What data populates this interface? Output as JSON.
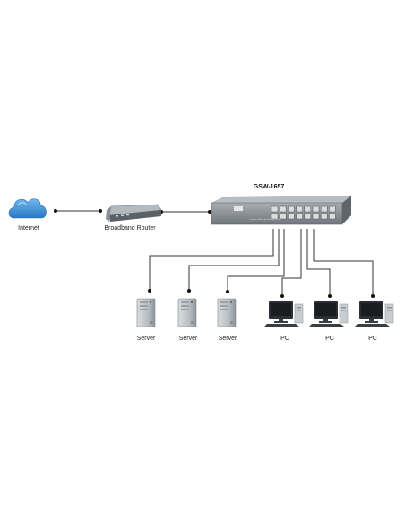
{
  "switch": {
    "title": "GSW-1657",
    "front_text": "LevelOne  16-Port Fast Ethernet Switch"
  },
  "nodes": {
    "internet": "Internet",
    "router": "Broadband Router",
    "servers": [
      "Server",
      "Server",
      "Server"
    ],
    "pcs": [
      "PC",
      "PC",
      "PC"
    ]
  },
  "icons": {
    "internet": "cloud-icon",
    "router": "router-icon",
    "switch": "network-switch-icon",
    "server": "server-tower-icon",
    "pc": "desktop-pc-icon"
  },
  "colors": {
    "cloud": "#3a8fd8",
    "line": "#333333",
    "switch_body": "#8d9399",
    "port": "#dcdcdc"
  }
}
